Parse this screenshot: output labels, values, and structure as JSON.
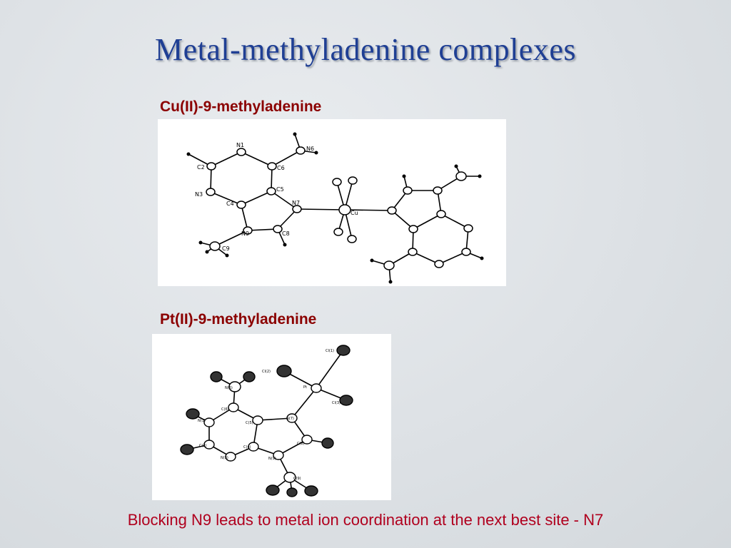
{
  "slide": {
    "title": "Metal-methyladenine complexes",
    "cu_caption": "Cu(II)-9-methyladenine",
    "pt_caption": "Pt(II)-9-methyladenine",
    "footer": "Blocking N9 leads to metal ion coordination at the next best site - N7"
  },
  "cu_structure": {
    "labels": {
      "n1": "N1",
      "n6": "N6",
      "c2": "C2",
      "c6": "C6",
      "c5": "C5",
      "n3": "N3",
      "c4": "C4",
      "n7": "N7",
      "n9": "N9",
      "c8": "C8",
      "c9": "C9",
      "cu": "Cu"
    }
  },
  "pt_structure": {
    "labels": {
      "cl1": "Cl(1)",
      "cl2": "Cl(2)",
      "cl3": "Cl(3)",
      "pt": "Pt",
      "n7": "N(7)",
      "c6": "C(6)",
      "n1": "N(1)",
      "c5": "C(5)",
      "c2": "C(2)",
      "c4": "C(4)",
      "c8": "C(8)",
      "n3": "N(3)",
      "n9": "N(9)",
      "c9": "C(9)",
      "n6": "N(6)"
    }
  }
}
